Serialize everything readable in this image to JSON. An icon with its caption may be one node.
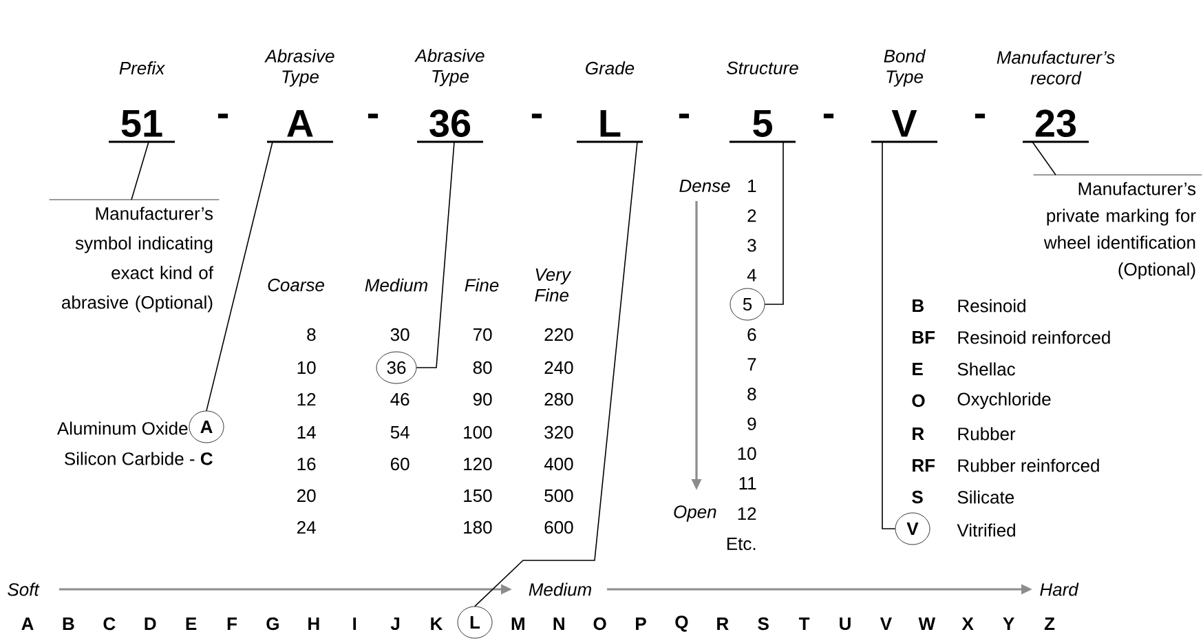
{
  "diagram": {
    "nodes": [
      {
        "text": [
          "Prefix",
          "51"
        ]
      },
      {
        "text": [
          "Manufacturer’s symbol indicating exact kind of abrasive (Optional)"
        ]
      },
      {
        "text": [
          "Abrasive Type",
          "A"
        ]
      },
      {
        "text": [
          "A"
        ],
        "beside": [
          "Aluminum Oxide"
        ]
      },
      {
        "text": [
          "Abrasive Type",
          "36"
        ]
      },
      {
        "text": [
          "36"
        ]
      },
      {
        "text": [
          "Grade",
          "L"
        ]
      },
      {
        "text": [
          "L"
        ]
      },
      {
        "text": [
          "Structure",
          "5"
        ]
      },
      {
        "text": [
          "5"
        ]
      },
      {
        "text": [
          "Bond Type",
          "V"
        ]
      },
      {
        "text": [
          "V"
        ],
        "beside": [
          "Vitrified"
        ]
      },
      {
        "text": [
          "Manufacturer’s record",
          "23"
        ]
      },
      {
        "text": [
          "Manufacturer’s private marking for wheel identification (Optional)"
        ]
      }
    ],
    "edges": [
      {
        "from": 0,
        "to": 1,
        "arrow": "none"
      },
      {
        "from": 2,
        "to": 3,
        "arrow": "none"
      },
      {
        "from": 4,
        "to": 5,
        "arrow": "none"
      },
      {
        "from": 6,
        "to": 7,
        "arrow": "none"
      },
      {
        "from": 8,
        "to": 9,
        "arrow": "none"
      },
      {
        "from": 10,
        "to": 11,
        "arrow": "none"
      },
      {
        "from": 12,
        "to": 13,
        "arrow": "none"
      }
    ],
    "labels": [
      "-",
      "-",
      "-",
      "-",
      "-",
      "-",
      "Silicon Carbide - **C**",
      "Coarse",
      "Medium",
      "Fine",
      "Very Fine",
      "8",
      "30",
      "70",
      "220",
      "10",
      "80",
      "240",
      "12",
      "46",
      "90",
      "280",
      "14",
      "54",
      "100",
      "320",
      "16",
      "60",
      "120",
      "400",
      "20",
      "150",
      "500",
      "24",
      "180",
      "600",
      "Dense",
      "1",
      "2",
      "3",
      "4",
      "6",
      "7",
      "8",
      "9",
      "10",
      "11",
      "Open",
      "12",
      "Etc.",
      "B",
      "Resinoid",
      "BF",
      "Resinoid reinforced",
      "E",
      "Shellac",
      "O",
      "Oxychloride",
      "R",
      "Rubber",
      "RF",
      "Rubber reinforced",
      "S",
      "Silicate",
      "Soft",
      "Medium",
      "Hard",
      "A",
      "B",
      "C",
      "D",
      "E",
      "F",
      "G",
      "H",
      "I",
      "J",
      "K",
      "M",
      "N",
      "O",
      "P",
      "Q",
      "R",
      "S",
      "T",
      "U",
      "V",
      "W",
      "X",
      "Y",
      "Z"
    ]
  }
}
